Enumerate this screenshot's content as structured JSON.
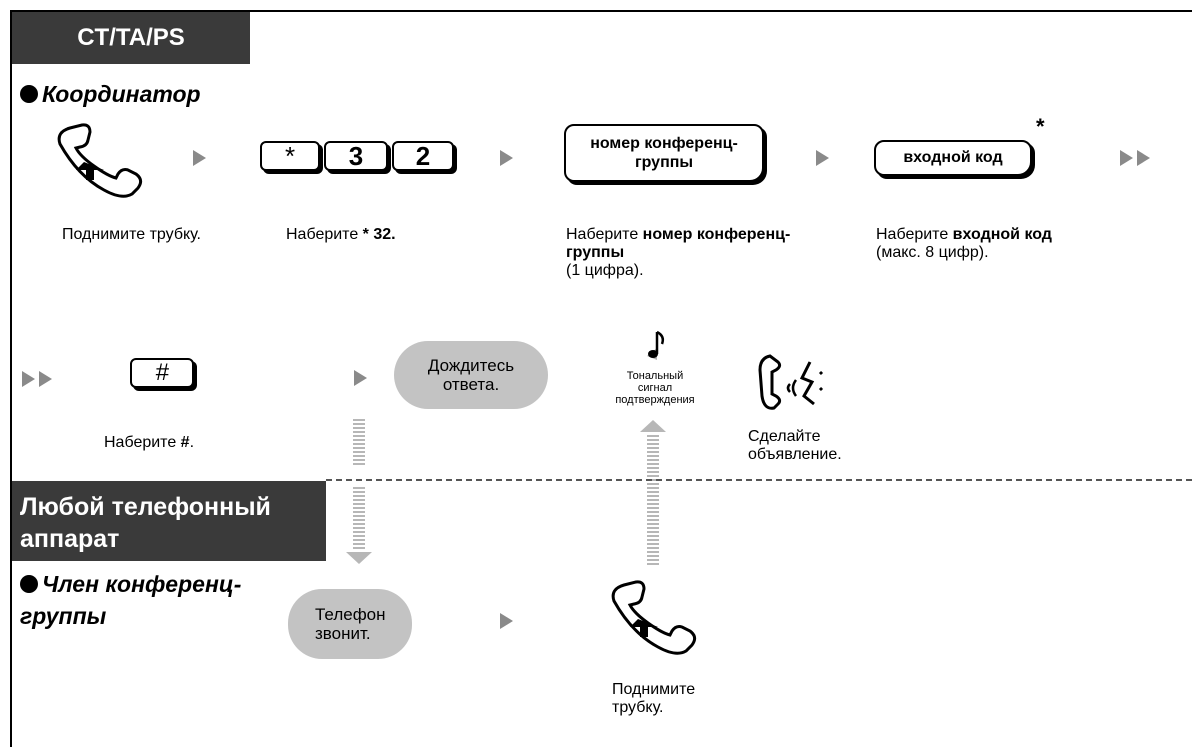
{
  "headers": {
    "top": "CT/TA/PS",
    "bottom": "Любой телефонный аппарат"
  },
  "roles": {
    "coordinator": "Координатор",
    "member": "Член конференц-группы"
  },
  "keys": {
    "star_32": [
      "*",
      "3",
      "2"
    ],
    "conf_number": "номер конференц-группы",
    "entry_code": "входной код",
    "entry_code_note": "*",
    "hash": "#"
  },
  "steps": {
    "pickup1": "Поднимите трубку.",
    "dial_32_prefix": "Наберите ",
    "dial_32_suffix": "32.",
    "dial_conf_prefix": "Наберите ",
    "dial_conf_bold": "номер конференц-группы",
    "dial_conf_suffix": "(1 цифра).",
    "dial_code_prefix": "Наберите ",
    "dial_code_bold": "входной код",
    "dial_code_suffix": "(макс. 8 цифр).",
    "dial_hash_prefix": "Наберите ",
    "dial_hash_bold": "#",
    "dial_hash_suffix": ".",
    "wait_answer": "Дождитесь ответа.",
    "confirm_tone": "Тональный сигнал подтверждения",
    "announce": "Сделайте объявление.",
    "phone_rings": "Телефон звонит.",
    "pickup2": "Поднимите трубку."
  }
}
